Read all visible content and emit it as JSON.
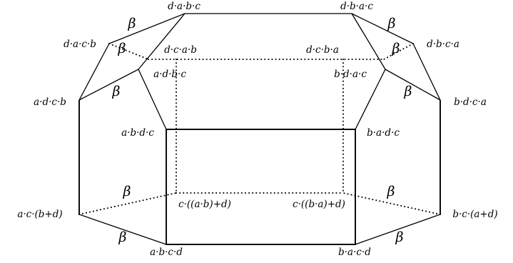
{
  "vertices": {
    "top_left": "d·a·b·c",
    "top_right": "d·b·a·c",
    "upper_left_outer": "d·a·c·b",
    "upper_right_outer": "d·b·c·a",
    "upper_left_back": "d·c·a·b",
    "upper_right_back": "d·c·b·a",
    "upper_left_inner": "a·d·b·c",
    "upper_right_inner": "b·d·a·c",
    "mid_left_outer": "a·d·c·b",
    "mid_right_outer": "b·d·c·a",
    "front_top_left": "a·b·d·c",
    "front_top_right": "b·a·d·c",
    "back_bottom_left": "c·((a·b)+d)",
    "back_bottom_right": "c·((b·a)+d)",
    "lower_left_outer": "a·c·(b+d)",
    "lower_right_outer": "b·c·(a+d)",
    "front_bottom_left": "a·b·c·d",
    "front_bottom_right": "b·a·c·d"
  },
  "edge_label": "β"
}
